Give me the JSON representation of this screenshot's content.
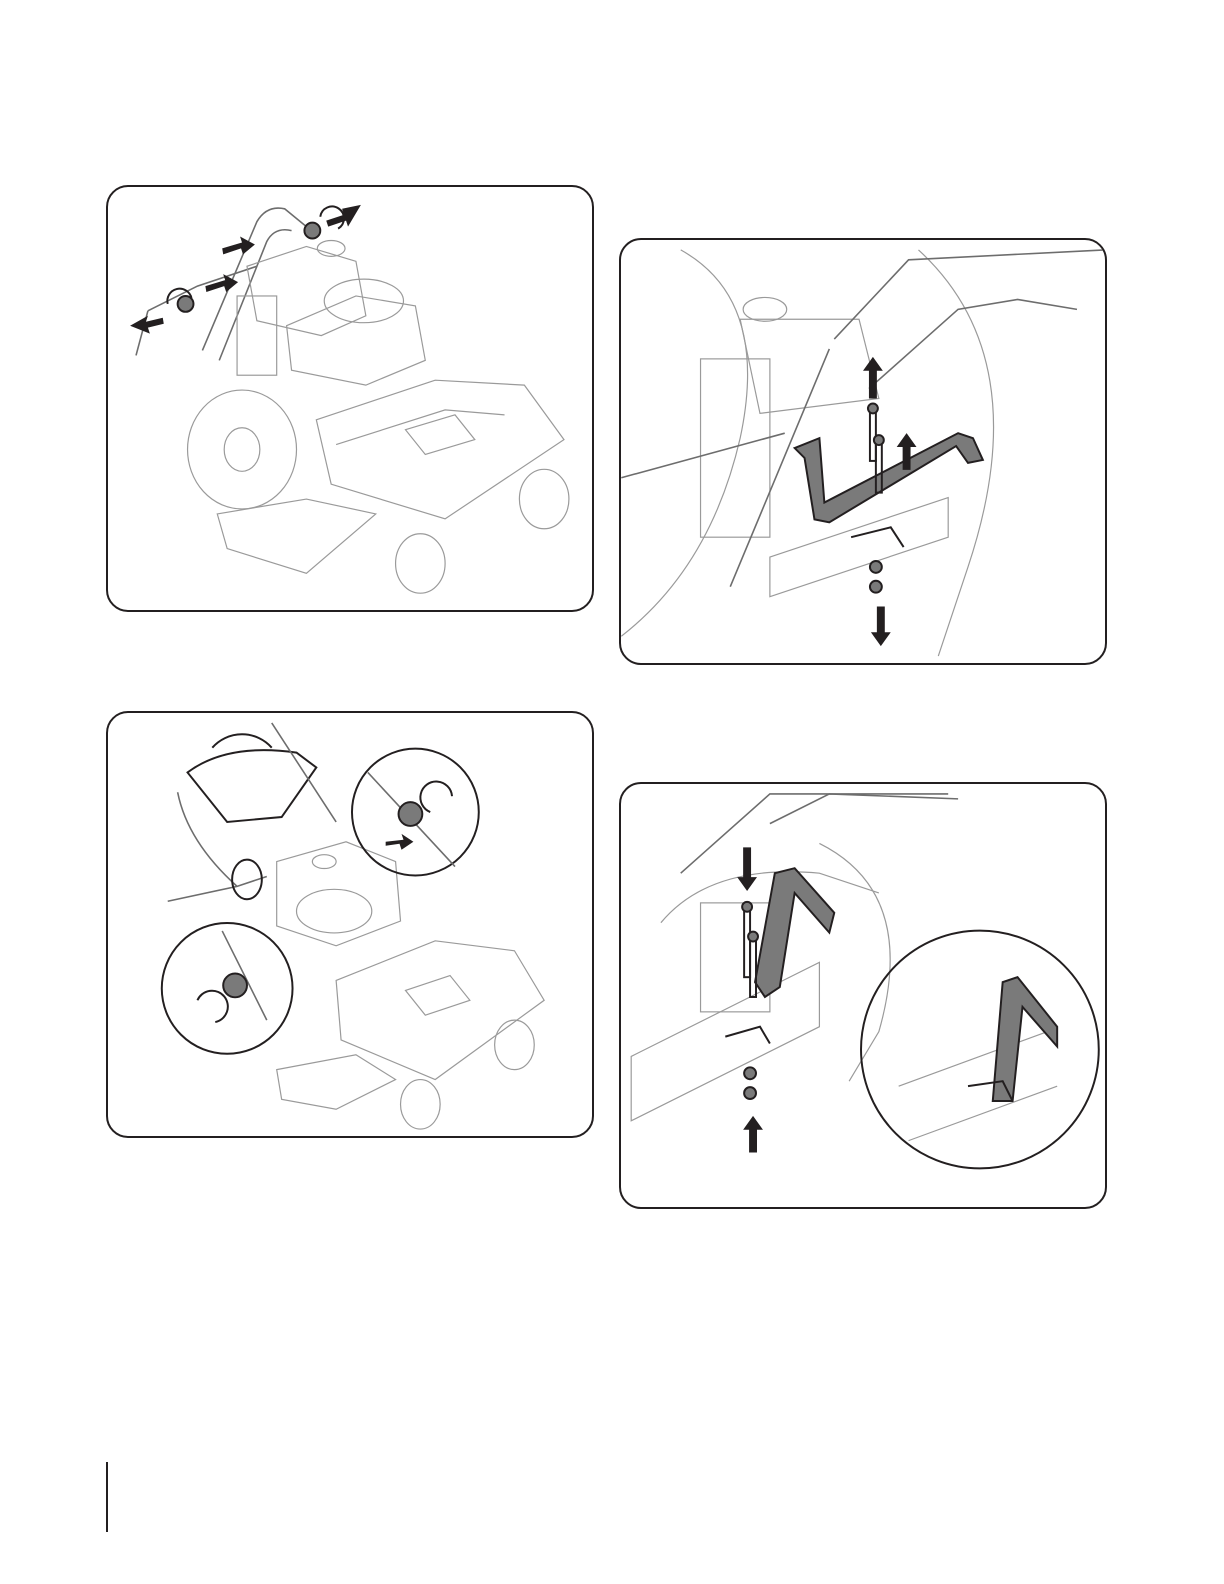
{
  "figures": [
    {
      "id": "fig1",
      "name": "handle-knobs-removal-illustration"
    },
    {
      "id": "fig2",
      "name": "bracket-removal-illustration"
    },
    {
      "id": "fig3",
      "name": "handle-fold-over-illustration"
    },
    {
      "id": "fig4",
      "name": "bracket-installation-illustration"
    }
  ],
  "colors": {
    "ink": "#231f20",
    "part": "#7a7a7a",
    "line": "#9a9a9a"
  },
  "icons": [
    "arrow-icon",
    "rotate-icon",
    "magnifier-callout"
  ]
}
